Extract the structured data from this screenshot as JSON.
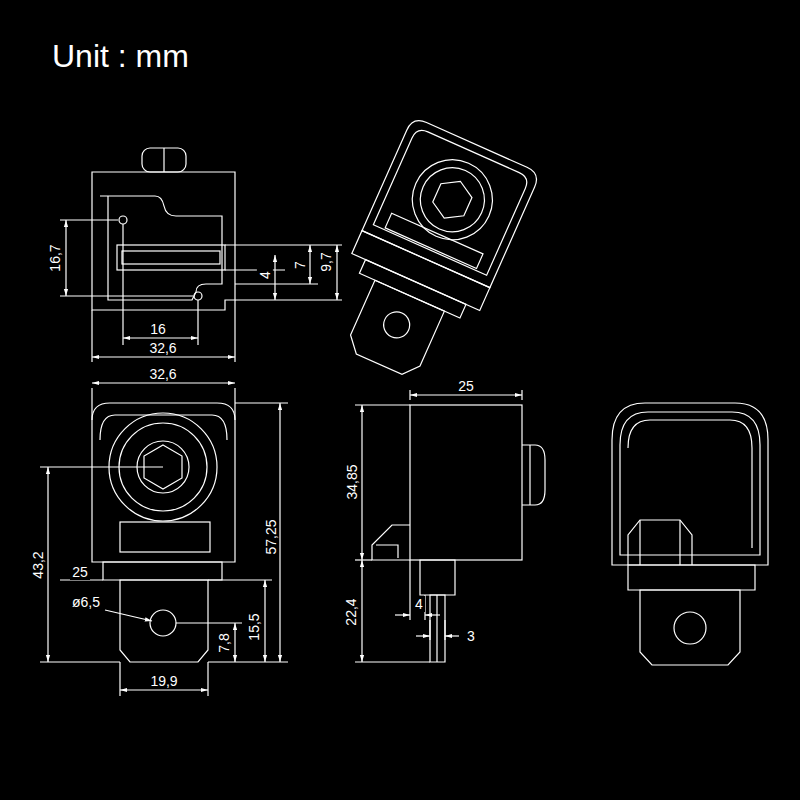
{
  "diagram": {
    "title": "Unit : mm",
    "labels": [
      "16,7",
      "4",
      "7",
      "9,7",
      "16",
      "32,6",
      "32,6",
      "25",
      "34,85",
      "43,2",
      "25",
      "57,25",
      "ø6,5",
      "15,5",
      "7,8",
      "19,9",
      "22,4",
      "4",
      "3"
    ]
  }
}
